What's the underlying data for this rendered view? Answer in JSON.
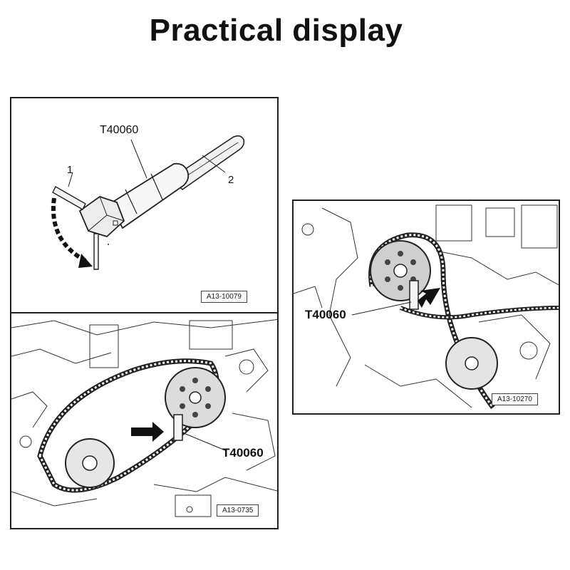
{
  "title": "Practical display",
  "panel_tool": {
    "tool_label": "T40060",
    "part1": "1",
    "part2": "2",
    "ref": "A13-10079"
  },
  "panel_bottom": {
    "tool_label": "T40060",
    "ref": "A13-0735"
  },
  "panel_right": {
    "tool_label": "T40060",
    "ref": "A13-10270"
  }
}
